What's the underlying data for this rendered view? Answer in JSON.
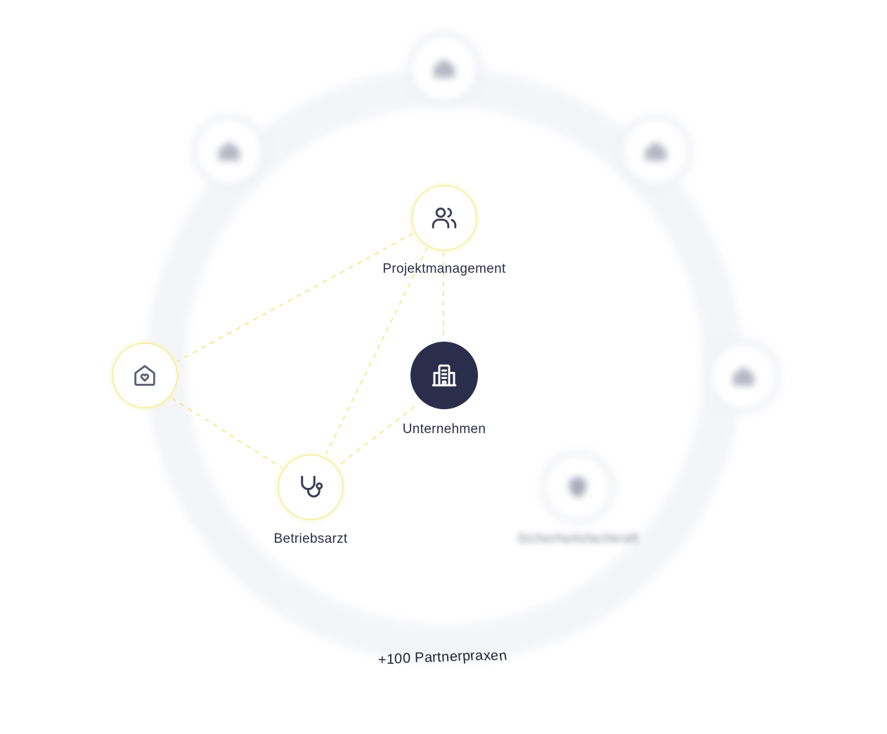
{
  "nodes": {
    "project": {
      "label": "Projektmanagement",
      "icon": "users-icon"
    },
    "center": {
      "label": "Unternehmen",
      "icon": "building-icon"
    },
    "health": {
      "label": "",
      "icon": "home-heart-icon"
    },
    "doctor": {
      "label": "Betriebsarzt",
      "icon": "stethoscope-icon"
    },
    "safety": {
      "label": "Sicherheitsfachkraft",
      "icon": "shield-icon"
    },
    "partners": {
      "icon": "house-icon"
    }
  },
  "footer": {
    "partner_label": "+100 Partnerpraxen"
  },
  "colors": {
    "accent_line": "#f2ec8f",
    "node_border": "#f5f0a6",
    "center_fill": "#2b2e4a",
    "icon_stroke": "#3a3d56",
    "ring": "#f4f5f8"
  }
}
